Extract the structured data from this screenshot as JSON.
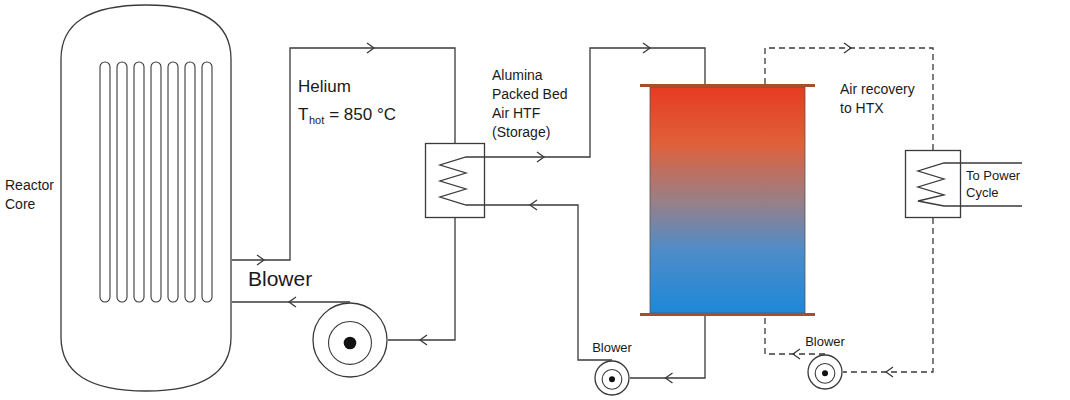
{
  "diagram": {
    "nodes": [
      {
        "text": [
          "Reactor Core"
        ]
      },
      {
        "text": [
          "Blower"
        ]
      },
      {
        "text": [
          "Alumina Packed Bed Air HTF (Storage)"
        ]
      },
      {
        "text": [
          "To Power Cycle"
        ]
      },
      {
        "text": [
          "Blower"
        ]
      },
      {
        "text": [
          "Blower"
        ]
      }
    ],
    "edges": [
      {
        "from": 1,
        "to": 0,
        "arrow": "to"
      },
      {
        "from": 2,
        "to": 4,
        "arrow": "to"
      },
      {
        "from": 5,
        "to": 2,
        "arrow": "to"
      },
      {
        "from": 2,
        "to": 3,
        "arrow": "to"
      },
      {
        "from": 3,
        "to": 5,
        "arrow": "to"
      }
    ],
    "labels": [
      "Helium",
      "T",
      "hot",
      "= 850 °C",
      "Air recovery to HTX"
    ]
  }
}
